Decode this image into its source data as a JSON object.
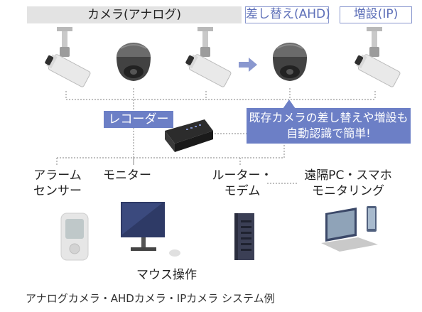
{
  "headers": {
    "analog": "カメラ(アナログ)",
    "ahd": "差し替え(AHD)",
    "ip": "増設(IP)"
  },
  "recorder_label": "レコーダー",
  "callout": {
    "line1": "既存カメラの差し替えや増設も",
    "line2": "自動認識で簡単!"
  },
  "devices": {
    "alarm_line1": "アラーム",
    "alarm_line2": "センサー",
    "monitor": "モニター",
    "router_line1": "ルーター・",
    "router_line2": "モデム",
    "remote_line1": "遠隔PC・スマホ",
    "remote_line2": "モニタリング"
  },
  "mouse_label": "マウス操作",
  "caption": "アナログカメラ・AHDカメラ・IPカメラ システム例",
  "colors": {
    "accent": "#6c7fc6",
    "header_gray": "#e3e3e3",
    "arrow": "#8a98cf"
  }
}
